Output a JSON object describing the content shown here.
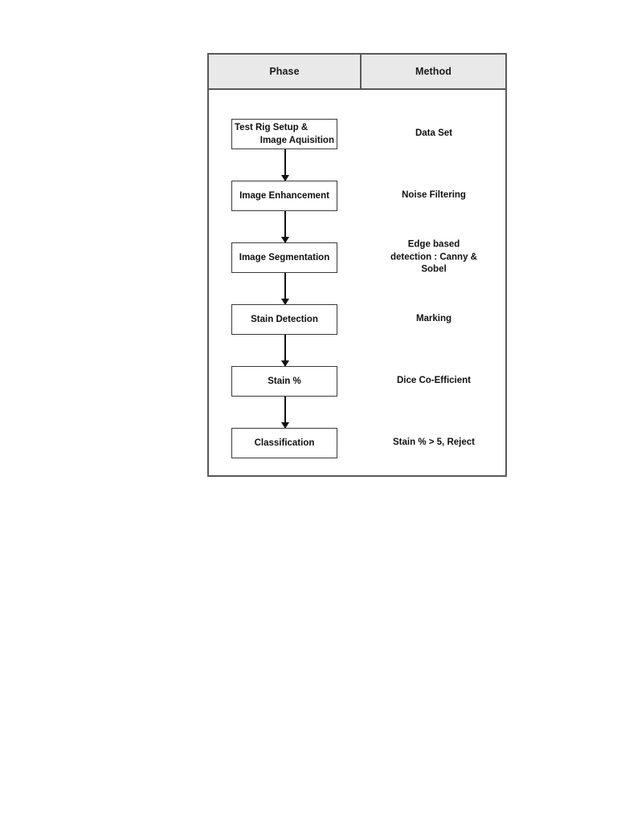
{
  "page": {
    "background": "#ffffff",
    "border_color": "#595959",
    "header_fill": "#e9e9e9",
    "text_color": "#101010"
  },
  "table": {
    "columns": [
      {
        "key": "phase",
        "label": "Phase"
      },
      {
        "key": "method",
        "label": "Method"
      }
    ]
  },
  "flow": {
    "rows": [
      {
        "phase_lines": [
          "Test Rig Setup &",
          "Image Aquisition"
        ],
        "phase": "Test Rig Setup & Image Aquisition",
        "method_lines": [
          "Data Set"
        ],
        "method": "Data Set"
      },
      {
        "phase_lines": [
          "Image Enhancement"
        ],
        "phase": "Image Enhancement",
        "method_lines": [
          "Noise Filtering"
        ],
        "method": "Noise Filtering"
      },
      {
        "phase_lines": [
          "Image Segmentation"
        ],
        "phase": "Image Segmentation",
        "method_lines": [
          "Edge based",
          "detection : Canny &",
          "Sobel"
        ],
        "method": "Edge based detection : Canny & Sobel"
      },
      {
        "phase_lines": [
          "Stain Detection"
        ],
        "phase": "Stain Detection",
        "method_lines": [
          "Marking"
        ],
        "method": "Marking"
      },
      {
        "phase_lines": [
          "Stain %"
        ],
        "phase": "Stain %",
        "method_lines": [
          "Dice Co-Efficient"
        ],
        "method": "Dice Co-Efficient"
      },
      {
        "phase_lines": [
          "Classification"
        ],
        "phase": "Classification",
        "method_lines": [
          "Stain % > 5, Reject"
        ],
        "method": "Stain % > 5, Reject"
      }
    ],
    "connector_count": 5,
    "direction": "top-to-bottom"
  }
}
